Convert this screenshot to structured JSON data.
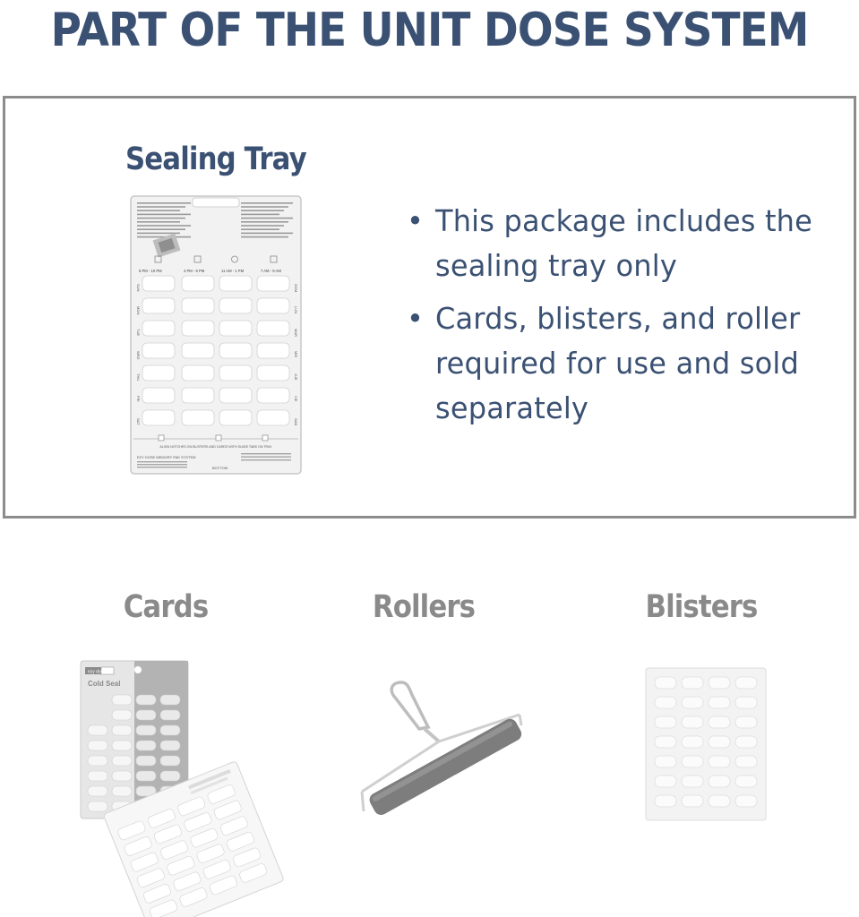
{
  "headline": "PART OF THE UNIT DOSE SYSTEM",
  "sealing_tray": {
    "title": "Sealing Tray",
    "columns": [
      "5 PM - 10 PM",
      "4 PM - 6 PM",
      "11 AM - 1 PM",
      "7 AM - 9 AM"
    ],
    "days_left": [
      "SUN",
      "MON",
      "TUE",
      "WED",
      "THU",
      "FRI",
      "SAT"
    ],
    "days_right": [
      "DOM",
      "LUN",
      "MAR",
      "MIE",
      "JUE",
      "VIE",
      "SAB"
    ],
    "footer_text": "ALIGN NOTCHES ON BLISTERS AND CARDS WITH GUIDE TABS ON TRAY",
    "brand_text": "EZY DOSE MEMORY PAK SYSTEM",
    "bottom_label": "BOTTOM"
  },
  "bullets": [
    "This package includes the sealing tray only",
    "Cards, blisters, and roller required for use and sold separately"
  ],
  "products": {
    "cards": {
      "label": "Cards",
      "card_brand": "ezy dose",
      "card_title": "Cold Seal"
    },
    "rollers": {
      "label": "Rollers"
    },
    "blisters": {
      "label": "Blisters"
    }
  },
  "colors": {
    "heading": "#3b5173",
    "product_label": "#8a8a8a",
    "box_border": "#8c8c8c",
    "roller_body": "#7d7d7d"
  }
}
